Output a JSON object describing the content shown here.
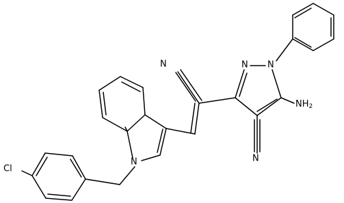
{
  "colors": {
    "background": "#ffffff",
    "bond": "#000000",
    "text": "#000000"
  },
  "atoms": {
    "nitrile_n_vinyl": "N",
    "pyrazole_n2": "N",
    "pyrazole_n1": "N",
    "amino": "NH",
    "amino_subscript": "2",
    "nitrile_n_ring": "N",
    "indole_n": "N",
    "chlorine": "Cl"
  }
}
